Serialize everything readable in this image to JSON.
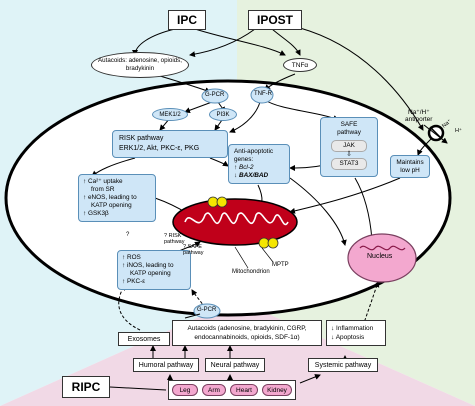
{
  "colors": {
    "bg_left": "#dff3f7",
    "bg_right": "#e6f2df",
    "bg_bottom": "#f1d9e6",
    "box_blue": "#cfe6f7",
    "box_blue_border": "#5a8fb8",
    "pink": "#f3a8cf",
    "mito_red": "#c0001a",
    "channel_yellow": "#f5e600"
  },
  "top": {
    "ipc": "IPC",
    "ipost": "IPOST",
    "autacoids_top": "Autacoids: adenosine, opioids, bradykinin",
    "tnf_alpha": "TNFα"
  },
  "receptors": {
    "gpcr_top": "G-PCR",
    "tnfr": "TNF-R",
    "gpcr_bottom": "G-PCR"
  },
  "kinases": {
    "mek": "MEK1/2",
    "pi3k": "PI3K"
  },
  "risk": {
    "title": "RISK pathway",
    "line2": "ERK1/2, Akt, PKC-ε, PKG"
  },
  "safe": {
    "title1": "SAFE",
    "title2": "pathway",
    "jak": "JAK",
    "stat3": "STAT3"
  },
  "antiapoptotic": {
    "title1": "Anti-apoptotic",
    "title2": "genes:",
    "bcl2": "↑ Bcl-2",
    "baxbad": "↓ BAX/BAD"
  },
  "effects": {
    "ca_uptake1": "↑ Ca²⁺ uptake",
    "ca_uptake2": "from SR",
    "enos1": "↑ eNOS, leading to",
    "enos2": "KATP opening",
    "gsk": "↑ GSK3β"
  },
  "ph": {
    "line1": "Maintains",
    "line2": "low pH"
  },
  "antiporter": {
    "line1": "Na⁺/H⁺",
    "line2": "antiporter",
    "na": "Na⁺",
    "h": "H⁺"
  },
  "ros": {
    "ros": "↑ ROS",
    "inos1": "↑ iNOS, leading to",
    "inos2": "KATP opening",
    "pkc": "↑ PKC-ε"
  },
  "mito_labels": {
    "risk_q1": "? RISK",
    "risk_q2": "pathway",
    "safe_q1": "? SAFE",
    "safe_q2": "pathway",
    "mptp": "MPTP",
    "mitochondrion": "Mitochondrion",
    "question": "?"
  },
  "nucleus": "Nucleus",
  "bottom": {
    "exosomes": "Exosomes",
    "autacoids_line1": "Autacoids (adenosine, bradykinin, CGRP,",
    "autacoids_line2": "endocannabinoids, opioids, SDF-1α)",
    "inflam1": "↓ Inflammation",
    "inflam2": "↓ Apoptosis",
    "humoral": "Humoral pathway",
    "neural": "Neural pathway",
    "systemic": "Systemic pathway",
    "ripc": "RIPC",
    "organs": [
      "Leg",
      "Arm",
      "Heart",
      "Kidney"
    ]
  }
}
